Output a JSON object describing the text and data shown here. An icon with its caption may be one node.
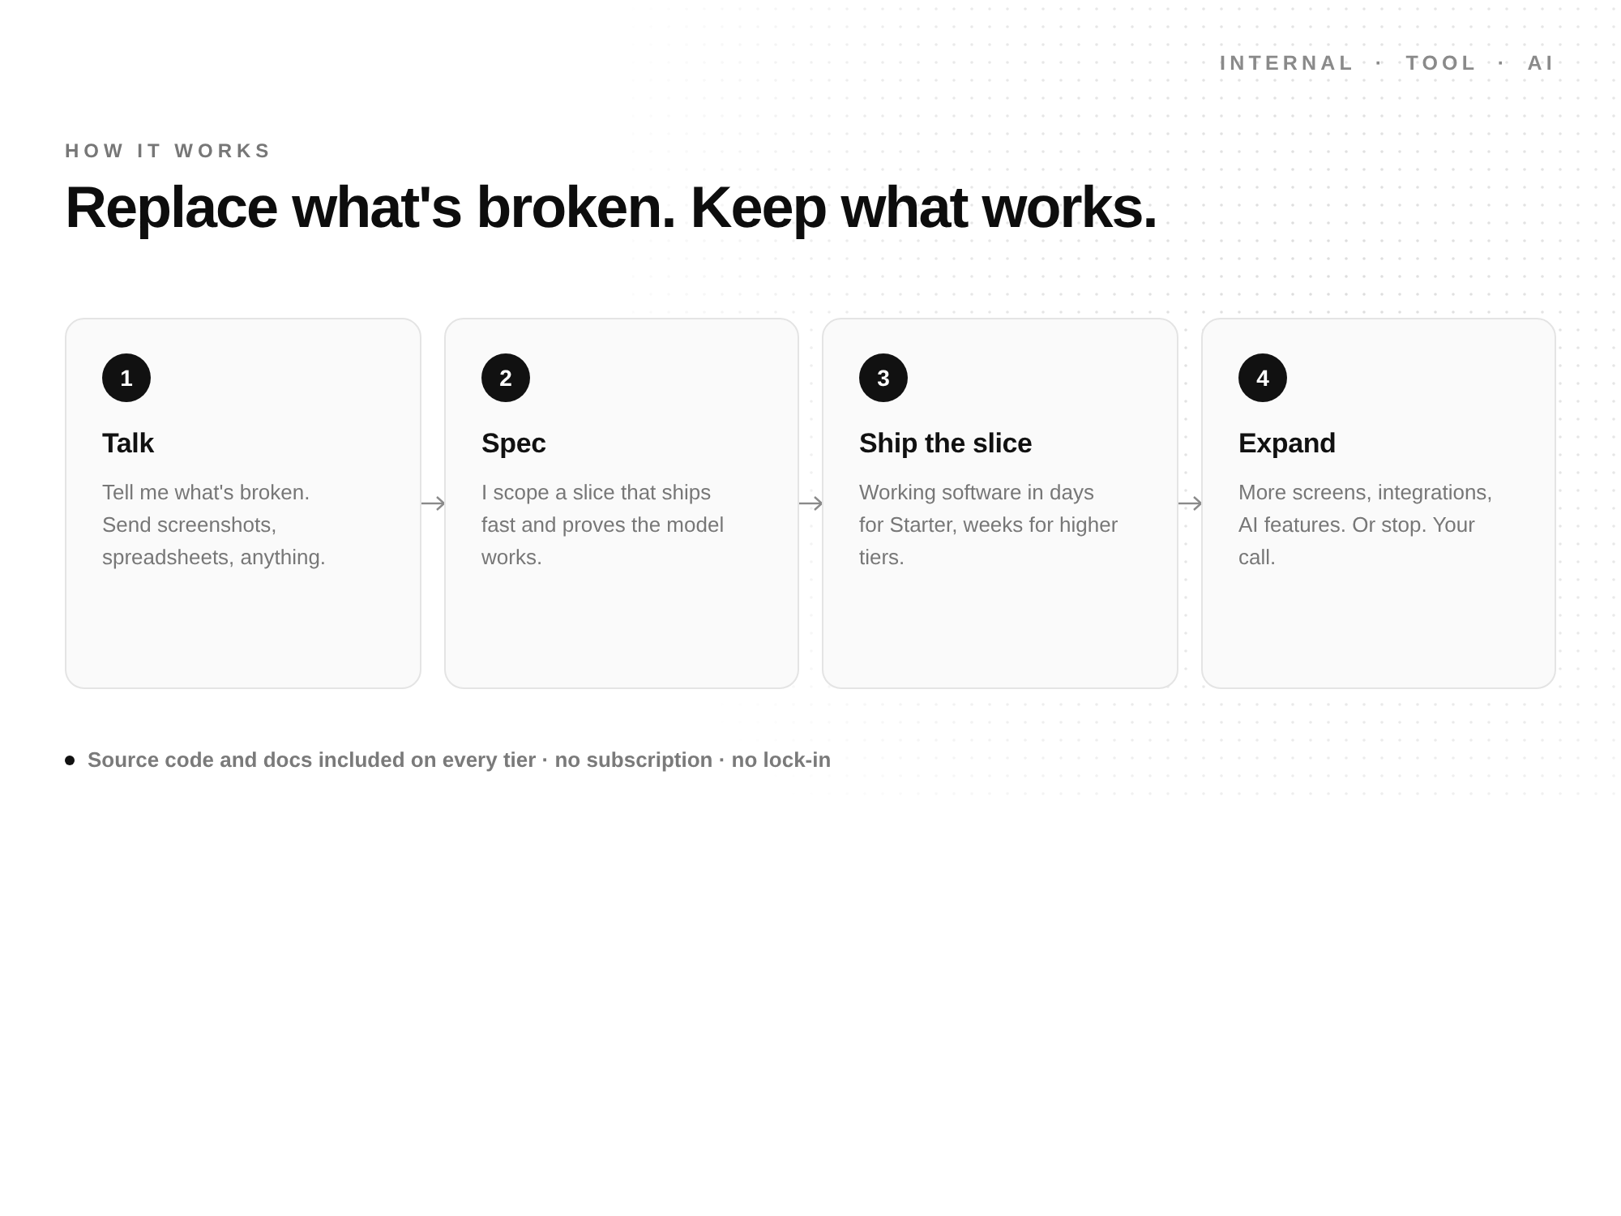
{
  "diagram": {
    "title": "Replace what's broken. Keep what works.",
    "nodes": [
      {
        "text": [
          "1",
          "Talk",
          "Tell me what's broken. Send screenshots, spreadsheets, anything."
        ]
      },
      {
        "text": [
          "2",
          "Spec",
          "I scope a slice that ships fast and proves the model works."
        ]
      },
      {
        "text": [
          "3",
          "Ship the slice",
          "Working software in days for Starter, weeks for higher tiers."
        ]
      },
      {
        "text": [
          "4",
          "Expand",
          "More screens, integrations, AI features. Or stop. Your call."
        ]
      }
    ],
    "edges": [
      {
        "from": 0,
        "to": 1,
        "arrow": "to"
      },
      {
        "from": 1,
        "to": 2,
        "arrow": "to"
      },
      {
        "from": 2,
        "to": 3,
        "arrow": "to"
      }
    ],
    "labels": [
      "INTERNAL · TOOL · AI",
      "HOW IT WORKS",
      "Source code and docs included on every tier · no subscription · no lock-in"
    ]
  }
}
